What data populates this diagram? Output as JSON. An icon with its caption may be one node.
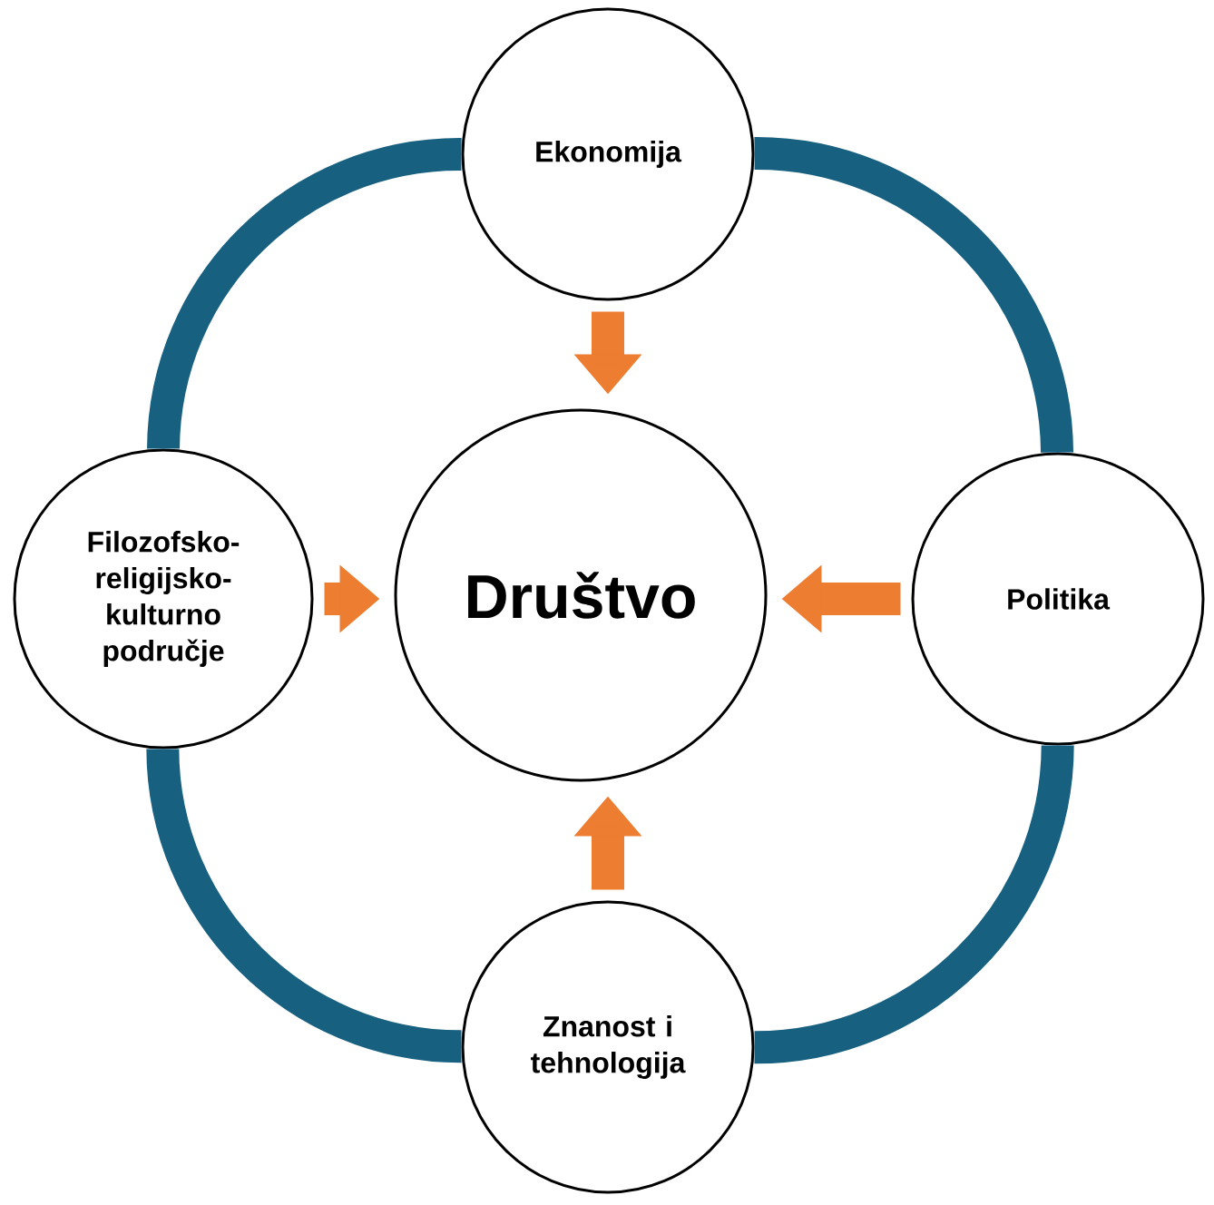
{
  "diagram": {
    "nodes": [
      {
        "text": [
          "Ekonomija"
        ]
      },
      {
        "text": [
          "Filozofsko-religijsko-kulturno područje"
        ]
      },
      {
        "text": [
          "Društvo"
        ]
      },
      {
        "text": [
          "Politika"
        ]
      },
      {
        "text": [
          "Znanost i tehnologija"
        ]
      }
    ],
    "edges": [
      {
        "from": 0,
        "to": 2,
        "arrow": "to",
        "color": "#ed7d31"
      },
      {
        "from": 1,
        "to": 2,
        "arrow": "to",
        "color": "#ed7d31"
      },
      {
        "from": 3,
        "to": 2,
        "arrow": "to",
        "color": "#ed7d31"
      },
      {
        "from": 4,
        "to": 2,
        "arrow": "to",
        "color": "#ed7d31"
      },
      {
        "from": 0,
        "to": 3,
        "arrow": "none",
        "color": "#17607f"
      },
      {
        "from": 3,
        "to": 4,
        "arrow": "none",
        "color": "#17607f"
      },
      {
        "from": 4,
        "to": 1,
        "arrow": "none",
        "color": "#17607f"
      },
      {
        "from": 1,
        "to": 0,
        "arrow": "none",
        "color": "#17607f"
      }
    ]
  }
}
